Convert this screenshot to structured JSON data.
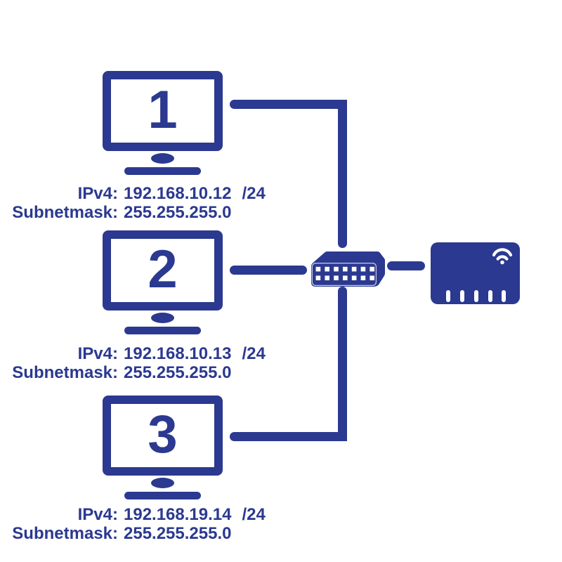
{
  "colors": {
    "primary": "#2B3990",
    "background": "#FFFFFF",
    "detail_white": "#FFFFFF"
  },
  "computers": [
    {
      "label": "1",
      "ip_label": "IPv4:",
      "ip": "192.168.10.12",
      "cidr": "/24",
      "mask_label": "Subnetmask:",
      "mask": "255.255.255.0"
    },
    {
      "label": "2",
      "ip_label": "IPv4:",
      "ip": "192.168.10.13",
      "cidr": "/24",
      "mask_label": "Subnetmask:",
      "mask": "255.255.255.0"
    },
    {
      "label": "3",
      "ip_label": "IPv4:",
      "ip": "192.168.19.14",
      "cidr": "/24",
      "mask_label": "Subnetmask:",
      "mask": "255.255.255.0"
    }
  ],
  "devices": {
    "switch": {
      "icon": "network-switch-icon",
      "port_rows": 2,
      "ports_per_row": 7
    },
    "router": {
      "icon": "wireless-router-icon",
      "wifi": "wifi-icon",
      "ports": 5
    }
  }
}
